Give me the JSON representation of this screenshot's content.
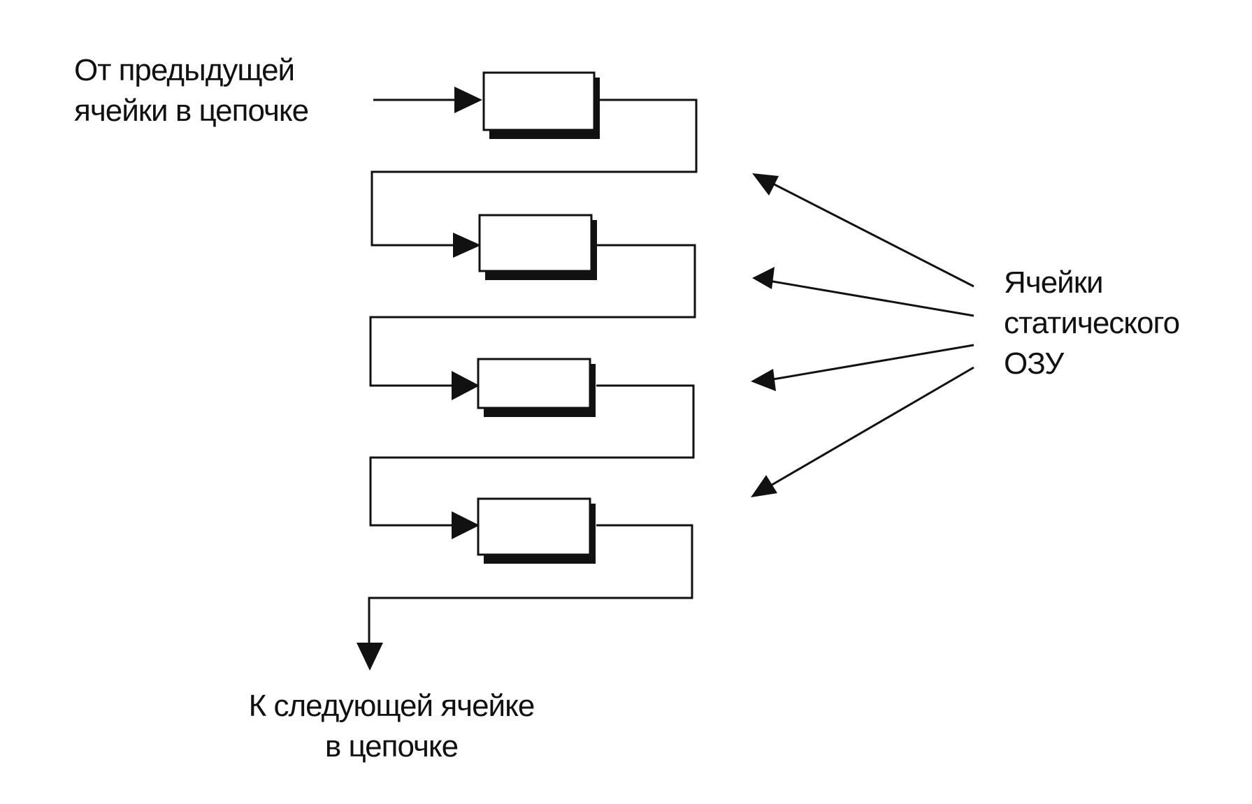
{
  "labels": {
    "from_previous": [
      "От предыдущей",
      "ячейки в цепочке"
    ],
    "to_next": [
      "К следующей ячейке",
      "в цепочке"
    ],
    "sram_cells": [
      "Ячейки",
      "статического",
      "ОЗУ"
    ]
  },
  "colors": {
    "stroke": "#111111",
    "background": "#ffffff"
  },
  "diagram": {
    "cell_count": 4
  }
}
